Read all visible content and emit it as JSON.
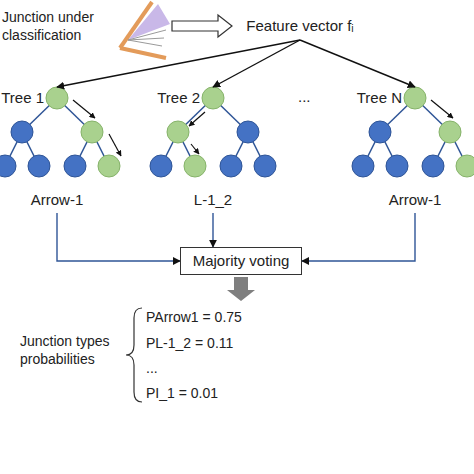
{
  "diagram": {
    "nodes": [
      {
        "text": [
          "Junction under classification"
        ]
      },
      {
        "text": [
          "Feature vector fᵢ"
        ]
      },
      {
        "text": [
          "Tree 1",
          "Arrow-1"
        ]
      },
      {
        "text": [
          "Tree 2",
          "L-1_2"
        ]
      },
      {
        "text": [
          "Tree N",
          "Arrow-1"
        ]
      },
      {
        "text": [
          "Majority voting"
        ]
      },
      {
        "text": [
          "Junction types probabilities",
          "PArrow1 = 0.75",
          "PL-1_2 = 0.11",
          "...",
          "PI_1 = 0.01"
        ]
      }
    ],
    "edges": [
      {
        "from": 0,
        "to": 1,
        "arrow": "to"
      },
      {
        "from": 1,
        "to": 2,
        "arrow": "to"
      },
      {
        "from": 1,
        "to": 3,
        "arrow": "to"
      },
      {
        "from": 1,
        "to": 4,
        "arrow": "to"
      },
      {
        "from": 2,
        "to": 5,
        "arrow": "to"
      },
      {
        "from": 3,
        "to": 5,
        "arrow": "to"
      },
      {
        "from": 4,
        "to": 5,
        "arrow": "to"
      },
      {
        "from": 5,
        "to": 6,
        "arrow": "to"
      }
    ],
    "labels": [
      "..."
    ]
  }
}
